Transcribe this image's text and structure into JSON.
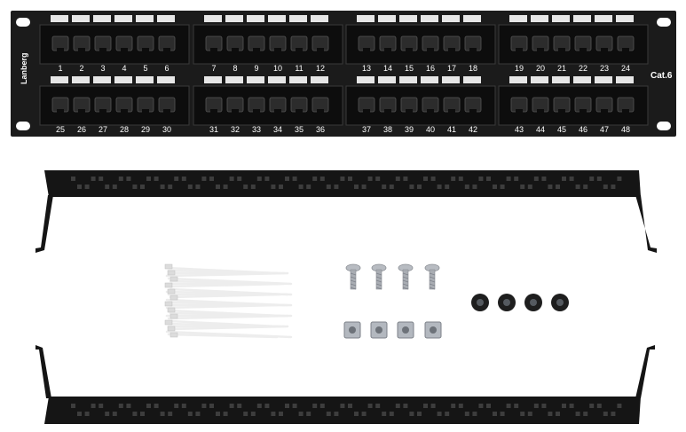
{
  "panel": {
    "brand": "Lanberg",
    "category": "Cat.6",
    "port_labels_top": [
      "1",
      "2",
      "3",
      "4",
      "5",
      "6",
      "7",
      "8",
      "9",
      "10",
      "11",
      "12",
      "13",
      "14",
      "15",
      "16",
      "17",
      "18",
      "19",
      "20",
      "21",
      "22",
      "23",
      "24"
    ],
    "port_labels_bottom": [
      "25",
      "26",
      "27",
      "28",
      "29",
      "30",
      "31",
      "32",
      "33",
      "34",
      "35",
      "36",
      "37",
      "38",
      "39",
      "40",
      "41",
      "42",
      "43",
      "44",
      "45",
      "46",
      "47",
      "48"
    ]
  },
  "colors": {
    "panel_body": "#1b1b1b",
    "port_block": "#0d0d0d",
    "port_hole": "#2c2c2c",
    "label_strip": "#e6e6e6",
    "bracket": "#141414",
    "screw": "#b8bcc2",
    "zip_tie": "#ededed",
    "grommet": "#1e1e1e"
  },
  "accessories": {
    "screws": 4,
    "cage_nuts": 4,
    "grommets": 4,
    "zip_tie_bundle": 1
  }
}
